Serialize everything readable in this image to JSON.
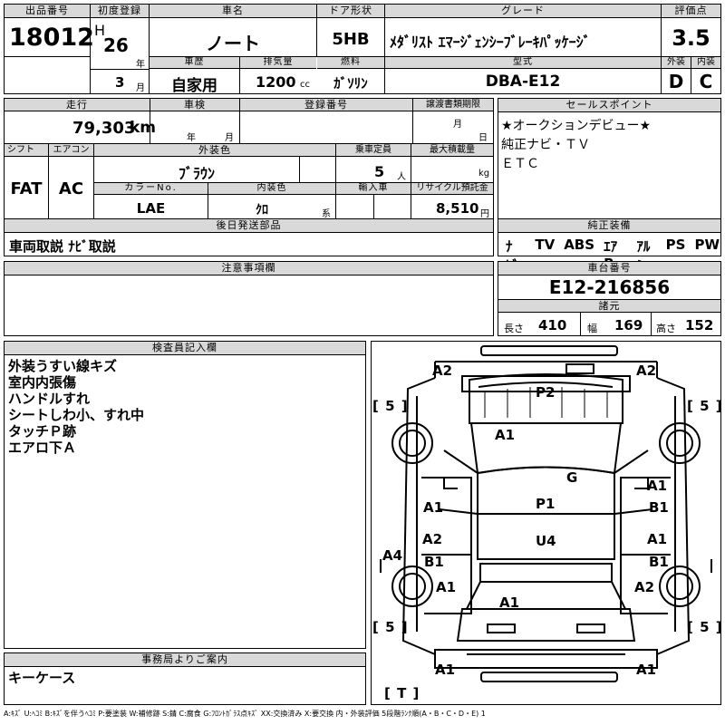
{
  "header": {
    "lot_label": "出品番号",
    "lot": "18012",
    "first_reg_label": "初度登録",
    "era": "H",
    "year": "26",
    "year_unit": "年",
    "month": "3",
    "month_unit": "月",
    "car_name_label": "車名",
    "car_name": "ノート",
    "door_label": "ドア形状",
    "door": "5HB",
    "grade_label": "グレード",
    "grade": "ﾒﾀﾞﾘｽﾄ ｴﾏｰｼﾞｪﾝｼｰﾌﾞﾚｰｷﾊﾟｯｹｰｼﾞ",
    "score_label": "評価点",
    "score": "3.5",
    "history_label": "車歴",
    "history": "自家用",
    "displacement_label": "排気量",
    "displacement": "1200",
    "displacement_unit": "cc",
    "fuel_label": "燃料",
    "fuel": "ｶﾞｿﾘﾝ",
    "model_label": "型式",
    "model": "DBA-E12",
    "ext_label": "外装",
    "ext_grade": "D",
    "int_label": "内装",
    "int_grade": "C"
  },
  "row2": {
    "mileage_label": "走行",
    "mileage": "79,303",
    "mileage_unit": "km",
    "inspection_label": "車検",
    "insp_year_unit": "年",
    "insp_month_unit": "月",
    "regno_label": "登録番号",
    "transfer_label": "譲渡書類期限",
    "transfer_month_unit": "月",
    "transfer_day_unit": "日",
    "shift_label": "シフト",
    "shift": "FAT",
    "ac_label": "エアコン",
    "ac": "AC",
    "color_label": "外装色",
    "color": "ﾌﾞﾗｳﾝ",
    "capacity_label": "乗車定員",
    "capacity": "5",
    "capacity_unit": "人",
    "load_label": "最大積載量",
    "load_unit": "kg",
    "colorno_label": "カラーNo.",
    "colorno": "LAE",
    "interior_color_label": "内装色",
    "interior_color": "ｸﾛ",
    "interior_color_unit": "系",
    "import_label": "輸入車",
    "recycle_label": "リサイクル預託金",
    "recycle": "8,510",
    "recycle_unit": "円"
  },
  "sales": {
    "label": "セールスポイント",
    "text": "★オークションデビュー★\n純正ナビ・ＴＶ\nＥＴＣ"
  },
  "later": {
    "label": "後日発送部品",
    "text": "車両取説 ﾅﾋﾞ取説"
  },
  "equipment": {
    "label": "純正装備",
    "items": [
      "ﾅﾋﾞ",
      "TV",
      "ABS",
      "ｴｱB",
      "ｱﾙﾐ",
      "PS",
      "PW"
    ]
  },
  "caution": {
    "label": "注意事項欄",
    "text": ""
  },
  "chassis": {
    "label": "車台番号",
    "value": "E12-216856"
  },
  "dims": {
    "label": "諸元",
    "length_label": "長さ",
    "length": "410",
    "width_label": "幅",
    "width": "169",
    "height_label": "高さ",
    "height": "152"
  },
  "inspector": {
    "label": "検査員記入欄",
    "text": "外装うすい線キズ\n室内内張傷\nハンドルすれ\nシートしわ小、すれ中\nタッチＰ跡\nエアロ下Ａ"
  },
  "office": {
    "label": "事務局よりご案内",
    "text": "キーケース"
  },
  "diagram": {
    "marks": {
      "a2_tl": "A2",
      "a2_tr": "A2",
      "p2": "P2",
      "a1_roof": "A1",
      "g": "G",
      "a1_l1": "A1",
      "p1": "P1",
      "a1_r1": "A1",
      "b1_r1": "B1",
      "a2_l2": "A2",
      "b1_l2": "B1",
      "u4": "U4",
      "a1_r2": "A1",
      "b1_r2": "B1",
      "a4": "A4",
      "a1_l3": "A1",
      "a2_r3": "A2",
      "a1_trunk": "A1",
      "a1_bl": "A1",
      "a1_br": "A1"
    },
    "tires": {
      "fl": "[ 5 ]",
      "fr": "[ 5 ]",
      "rl": "[ 5 ]",
      "rr": "[ 5 ]",
      "spare": "[ T ]"
    }
  },
  "legend": "A:ｷｽﾞ U:ﾍｺﾐ B:ｷｽﾞを伴うﾍｺﾐ P:要塗装 W:補修跡 S:錆 C:腐食 G:ﾌﾛﾝﾄｶﾞﾗｽ点ｷｽﾞ XX:交換済み X:要交換 内・外装評価 5段階ﾗﾝｸ順(A・B・C・D・E) 1"
}
